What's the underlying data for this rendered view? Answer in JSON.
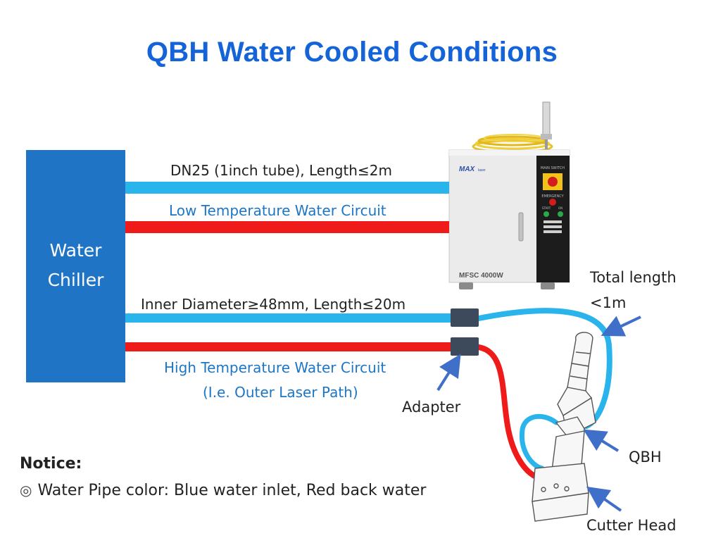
{
  "title": "QBH Water Cooled Conditions",
  "chiller": {
    "line1": "Water",
    "line2": "Chiller"
  },
  "labels": {
    "top_pipe": "DN25 (1inch tube), Length≤2m",
    "low_circuit": "Low Temperature Water Circuit",
    "lower_pipe": "Inner Diameter≥48mm, Length≤20m",
    "high_circuit": "High Temperature Water Circuit",
    "high_circuit_sub": "(I.e. Outer Laser Path)",
    "adapter": "Adapter",
    "total_length_1": "Total length",
    "total_length_2": "<1m",
    "qbh": "QBH",
    "cutter_head": "Cutter Head"
  },
  "laser": {
    "brand": "MAX",
    "brand_sub": "laser",
    "model": "MFSC 4000W",
    "panel_main_switch": "MAIN SWITCH",
    "panel_emergency": "EMERGENCY",
    "panel_start": "START",
    "panel_on": "ON"
  },
  "notice": {
    "title": "Notice:",
    "bullet": "◎",
    "text": "Water Pipe color: Blue water inlet, Red back water"
  },
  "colors": {
    "title": "#1463d8",
    "chiller": "#1f74c6",
    "blue_pipe": "#2ab4ec",
    "red_pipe": "#ef1a1a",
    "circuit_text": "#1c76c8",
    "arrow": "#3f6fc8",
    "adapter": "#3d4a5c"
  }
}
